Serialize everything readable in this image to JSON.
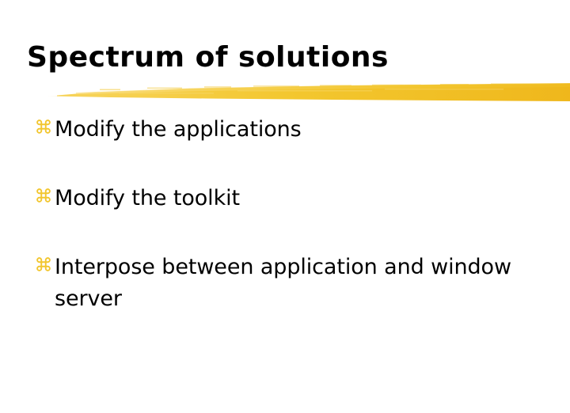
{
  "slide": {
    "title": "Spectrum of solutions",
    "title_rule": {
      "icon": "brush-stroke-underline",
      "color_light": "#F7D45C",
      "color_mid": "#F3C72F",
      "color_dark": "#EFB71C"
    },
    "bullet_icon": "command-knot-icon",
    "bullet_color": "#F2C62F",
    "text_color": "#000000",
    "background_color": "#FFFFFF",
    "bullets": [
      {
        "text": "Modify the applications"
      },
      {
        "text": "Modify the toolkit"
      },
      {
        "text": "Interpose between application and window server"
      }
    ]
  }
}
